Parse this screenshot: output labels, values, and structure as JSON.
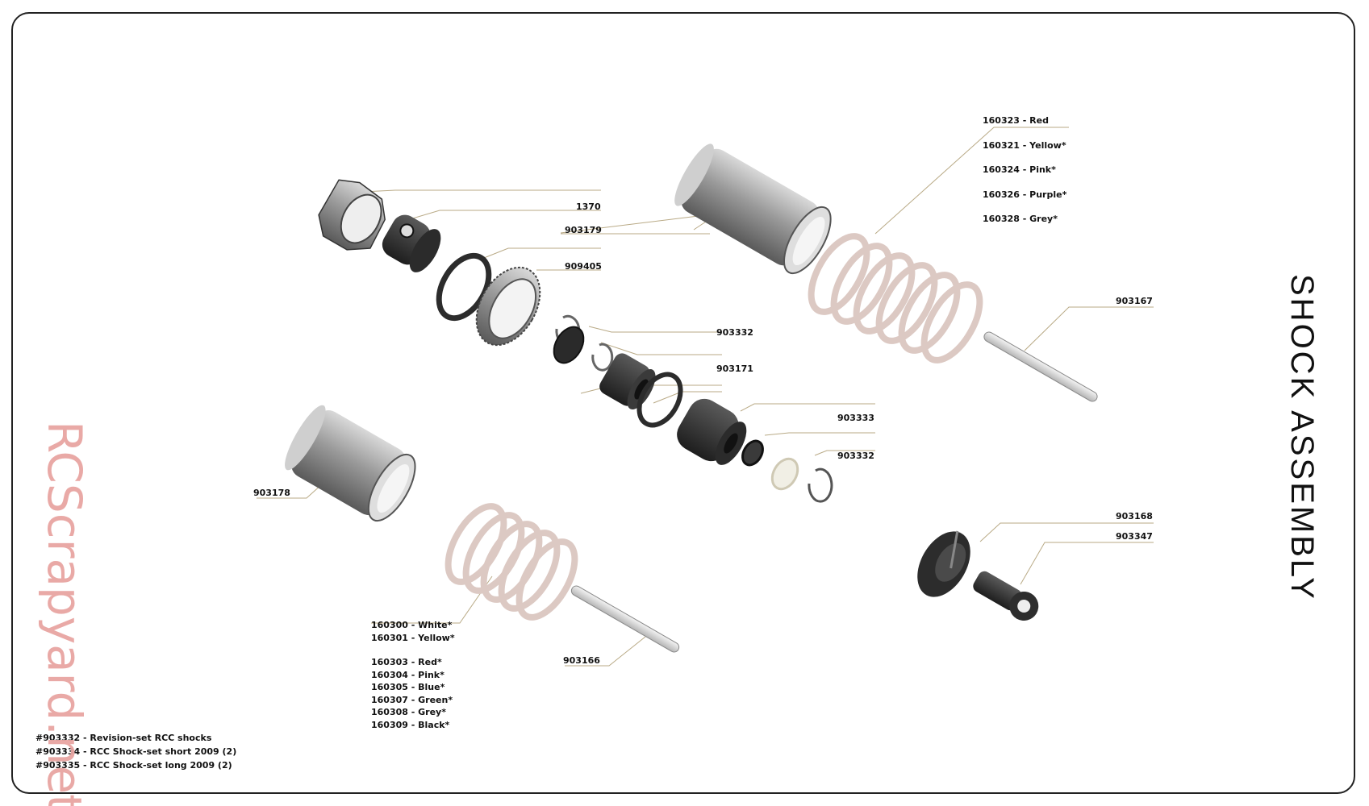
{
  "title": "SHOCK ASSEMBLY",
  "watermark": "RCScrapyard.net",
  "colors": {
    "leader_line": "#b9aa86",
    "spring": "#dcc9c3",
    "metal": "#b8b8b8",
    "dark_part": "#2e2e2e",
    "watermark": "#e8a5a2"
  },
  "parts": {
    "p1370": "1370",
    "p903179": "903179",
    "p909405": "909405",
    "p903332a": "903332",
    "p903171": "903171",
    "p903333": "903333",
    "p903332b": "903332",
    "p903178": "903178",
    "p903167": "903167",
    "p903168": "903168",
    "p903347": "903347",
    "p903166": "903166"
  },
  "long_springs": [
    "160323 - Red",
    "160321 - Yellow*",
    "160324 - Pink*",
    "160326 - Purple*",
    "160328 - Grey*"
  ],
  "short_springs": [
    "160300 - White*",
    "160301 - Yellow*",
    "160303 - Red*",
    "160304 - Pink*",
    "160305 - Blue*",
    "160307 - Green*",
    "160308 - Grey*",
    "160309 - Black*"
  ],
  "kits": [
    "#903332 - Revision-set RCC shocks",
    "#903334 - RCC Shock-set short 2009 (2)",
    "#903335 - RCC Shock-set long 2009 (2)"
  ]
}
